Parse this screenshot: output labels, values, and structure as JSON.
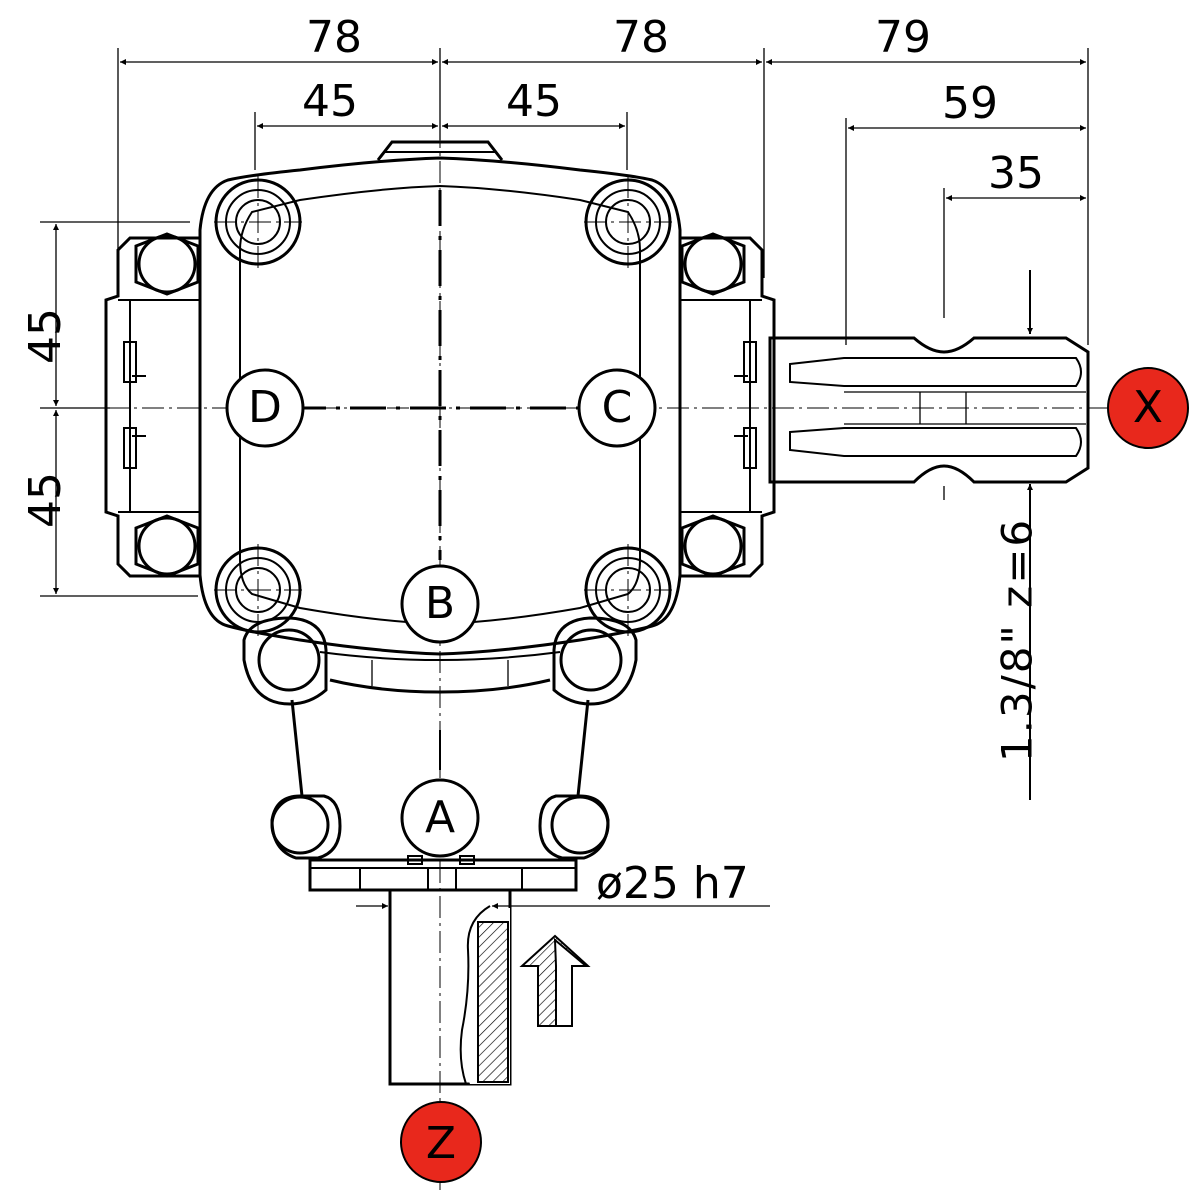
{
  "dimensions": {
    "top_left": "78",
    "top_right": "78",
    "top_shaft": "79",
    "top_left_inner": "45",
    "top_right_inner": "45",
    "shaft_59": "59",
    "shaft_35": "35",
    "left_upper": "45",
    "left_lower": "45",
    "bottom_shaft": "ø25 h7",
    "spline": "1.3/8\"  z=6"
  },
  "ports": {
    "a": "A",
    "b": "B",
    "c": "C",
    "d": "D"
  },
  "shafts": {
    "x": "X",
    "z": "Z"
  },
  "colors": {
    "line": "#000000",
    "shaft_marker": "#e8281c",
    "background": "#ffffff"
  }
}
